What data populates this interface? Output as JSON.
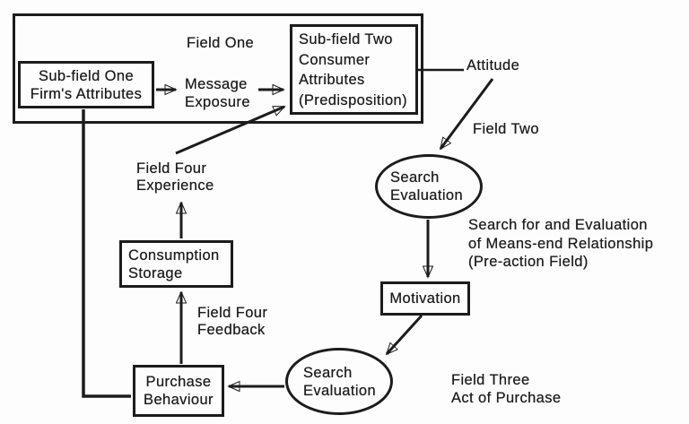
{
  "colors": {
    "ink": "#1c1c1c",
    "paper": "#fdfdfd"
  },
  "diagram": {
    "field_one_label": "Field One",
    "subfield_one": {
      "line1": "Sub-field One",
      "line2": "Firm's Attributes"
    },
    "message_exposure": {
      "line1": "Message",
      "line2": "Exposure"
    },
    "subfield_two": {
      "line1": "Sub-field Two",
      "line2": "Consumer",
      "line3": "Attributes",
      "line4": "(Predisposition)"
    },
    "attitude_label": "Attitude",
    "field_two_label": "Field Two",
    "search_evaluation_upper": {
      "line1": "Search",
      "line2": "Evaluation"
    },
    "pre_action_note": {
      "line1": "Search for and Evaluation",
      "line2": "of Means-end Relationship",
      "line3": "(Pre-action Field)"
    },
    "motivation_label": "Motivation",
    "search_evaluation_lower": {
      "line1": "Search",
      "line2": "Evaluation"
    },
    "field_three_note": {
      "line1": "Field Three",
      "line2": "Act of Purchase"
    },
    "field_four_feedback": {
      "line1": "Field Four",
      "line2": "Feedback"
    },
    "field_four_experience": {
      "line1": "Field Four",
      "line2": "Experience"
    },
    "consumption_storage": {
      "line1": "Consumption",
      "line2": "Storage"
    },
    "purchase_behaviour": {
      "line1": "Purchase",
      "line2": "Behaviour"
    }
  }
}
